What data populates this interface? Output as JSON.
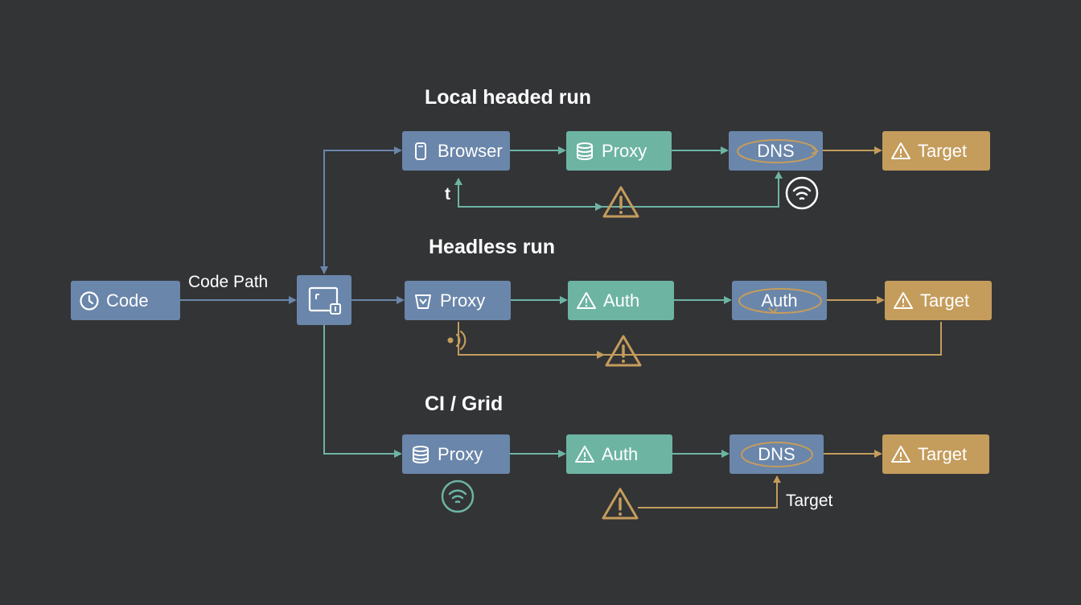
{
  "sections": {
    "local": "Local headed run",
    "headless": "Headless run",
    "ci": "CI / Grid"
  },
  "source": {
    "label": "Code",
    "icon": "clock-icon"
  },
  "edge_label": "Code Path",
  "hub": {
    "icon": "router-icon"
  },
  "rows": {
    "local": {
      "n1": {
        "label": "Browser",
        "icon": "phone-icon"
      },
      "n2": {
        "label": "Proxy",
        "icon": "database-icon"
      },
      "n3": {
        "label": "DNS",
        "icon": "ring-icon"
      },
      "n4": {
        "label": "Target",
        "icon": "warning-icon"
      },
      "loop_label": "t"
    },
    "headless": {
      "n1": {
        "label": "Proxy",
        "icon": "bucket-icon"
      },
      "n2": {
        "label": "Auth",
        "icon": "warning-icon"
      },
      "n3": {
        "label": "Auth",
        "icon": "ring-icon"
      },
      "n4": {
        "label": "Target",
        "icon": "warning-icon"
      }
    },
    "ci": {
      "n1": {
        "label": "Proxy",
        "icon": "database-icon"
      },
      "n2": {
        "label": "Auth",
        "icon": "warning-icon"
      },
      "n3": {
        "label": "DNS",
        "icon": "ring-icon"
      },
      "n4": {
        "label": "Target",
        "icon": "warning-icon"
      },
      "loop_label": "Target"
    }
  },
  "colors": {
    "background": "#333436",
    "blue": "#6a86aa",
    "teal": "#6db4a3",
    "gold": "#c49c5c",
    "text": "#ffffff"
  }
}
